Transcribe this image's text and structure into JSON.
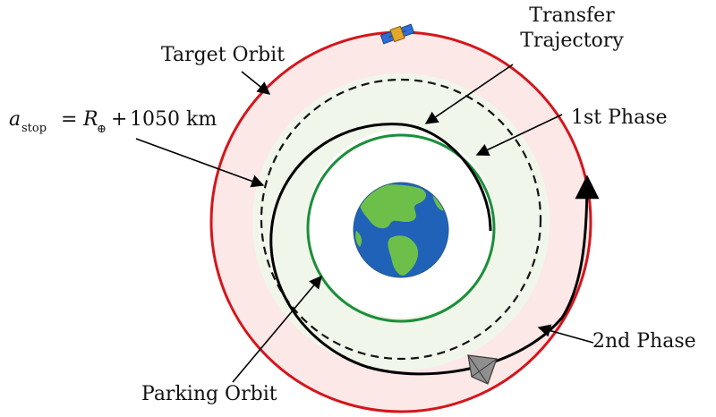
{
  "labels": {
    "target_orbit": "Target Orbit",
    "transfer_line1": "Transfer",
    "transfer_line2": "Trajectory",
    "first_phase": "1st Phase",
    "second_phase": "2nd Phase",
    "parking_orbit": "Parking Orbit",
    "a_symbol": "a",
    "a_subscript": "stop",
    "equals": "=",
    "r_symbol": "R",
    "r_subscript": "⊕",
    "plus": "+",
    "altitude": "1050 km"
  },
  "colors": {
    "target_orbit": "#d4161c",
    "target_band_fill": "#fde8e8",
    "inner_band_fill": "#f1f6ea",
    "parking_orbit": "#1a8f3a",
    "trajectory": "#000000",
    "ocean": "#1f62b8",
    "land": "#6cc04a"
  },
  "icons": {
    "earth": "earth-globe-icon",
    "satellite": "satellite-icon",
    "spacecraft": "spacecraft-icon"
  }
}
